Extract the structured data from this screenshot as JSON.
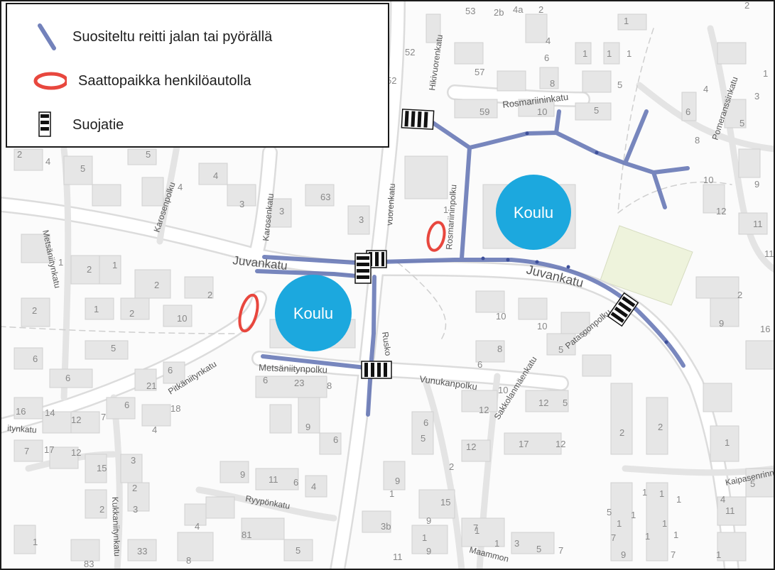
{
  "legend": {
    "items": [
      {
        "key": "route",
        "label": "Suositeltu reitti jalan tai pyörällä"
      },
      {
        "key": "dropoff",
        "label": "Saattopaikka henkilöautolla"
      },
      {
        "key": "crossing",
        "label": "Suojatie"
      }
    ]
  },
  "colors": {
    "route": "#5b6db0",
    "dropoff": "#e8473e",
    "school": "#1ca8de",
    "park": "#eef3dc",
    "road": "#d8d8d8",
    "building": "#e8e8e8"
  },
  "schools": [
    {
      "id": "school-north",
      "label": "Koulu"
    },
    {
      "id": "school-south",
      "label": "Koulu"
    }
  ],
  "streets": [
    {
      "id": "juvankatu-west",
      "label": "Juvankatu"
    },
    {
      "id": "juvankatu-east",
      "label": "Juvankatu"
    },
    {
      "id": "hikivuorenkatu",
      "label": "Hikivuorenkatu"
    },
    {
      "id": "rosmariininkatu",
      "label": "Rosmariininkatu"
    },
    {
      "id": "rosmariininpolku",
      "label": "Rosmariininpolku"
    },
    {
      "id": "karosenkatu",
      "label": "Karosenkatu"
    },
    {
      "id": "karosenpolku",
      "label": "Karosenpolku"
    },
    {
      "id": "metsaniitynkatu",
      "label": "Metsäniitynkatu"
    },
    {
      "id": "metsaniitynkatu-west",
      "label": "itynkatu"
    },
    {
      "id": "pitkaniitynkatu",
      "label": "Pitkäniitynkatu"
    },
    {
      "id": "metsaniitynpolku",
      "label": "Metsäniitynpolku"
    },
    {
      "id": "vunukanpolku",
      "label": "Vunukanpolku"
    },
    {
      "id": "sakkolanmaenkatu",
      "label": "Sakkolanmäenkatu"
    },
    {
      "id": "patasuonpolku",
      "label": "Patasuonpolku"
    },
    {
      "id": "pomeranssinkatu",
      "label": "Pomeranssinkatu"
    },
    {
      "id": "ruskontie",
      "label": "Rusko"
    },
    {
      "id": "vuorenkatu",
      "label": "vuorenkatu"
    },
    {
      "id": "ryyponkatu",
      "label": "Ryypönkatu"
    },
    {
      "id": "kukkaniitynkatu",
      "label": "Kukkaniitynkatu"
    },
    {
      "id": "kaipasenrinne",
      "label": "Kaipasenrinne"
    },
    {
      "id": "maammonpolku",
      "label": "Maammon"
    }
  ],
  "house_numbers": [
    "53",
    "2b",
    "4a",
    "2",
    "1",
    "4",
    "1",
    "1",
    "1",
    "2",
    "52",
    "6",
    "57",
    "8",
    "5",
    "1",
    "52",
    "59",
    "10",
    "5",
    "4",
    "3",
    "6",
    "5",
    "8",
    "2",
    "4",
    "5",
    "5",
    "4",
    "4",
    "3",
    "3",
    "63",
    "3",
    "1",
    "10",
    "9",
    "12",
    "11",
    "11",
    "2",
    "1",
    "2",
    "1",
    "2",
    "2",
    "2",
    "1",
    "2",
    "10",
    "10",
    "10",
    "9",
    "9",
    "16",
    "5",
    "8",
    "6",
    "5",
    "6",
    "6",
    "6",
    "6",
    "23",
    "8",
    "10",
    "21",
    "12",
    "12",
    "5",
    "6",
    "18",
    "16",
    "14",
    "12",
    "7",
    "6",
    "4",
    "9",
    "6",
    "5",
    "7",
    "17",
    "12",
    "12",
    "12",
    "2",
    "2",
    "1",
    "3",
    "9",
    "17",
    "15",
    "2",
    "1",
    "15",
    "9",
    "11",
    "6",
    "4",
    "2",
    "2",
    "3",
    "4",
    "5",
    "11",
    "4",
    "81",
    "5",
    "3b",
    "9",
    "1",
    "1",
    "7",
    "1",
    "1",
    "1",
    "1",
    "1",
    "33",
    "7",
    "1",
    "3",
    "5",
    "7",
    "9",
    "1",
    "1",
    "83",
    "8",
    "9",
    "11",
    "5",
    "1",
    "1",
    "7",
    "1",
    "1",
    "2",
    "1",
    "2",
    "6",
    "5"
  ]
}
